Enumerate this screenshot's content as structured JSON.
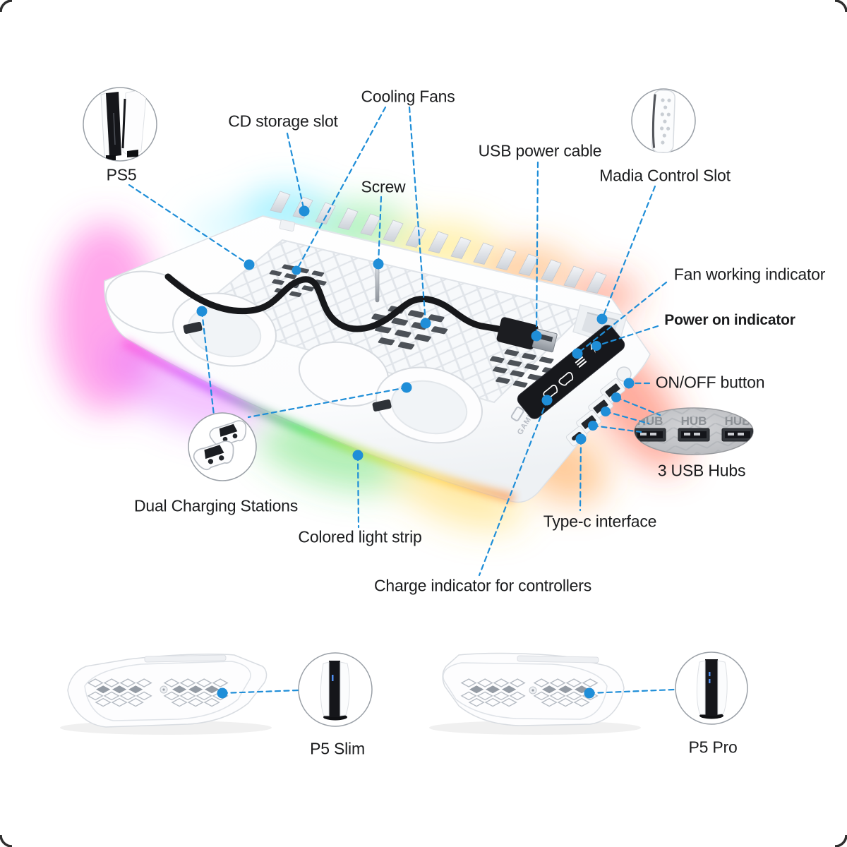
{
  "callouts": {
    "ps5": "PS5",
    "cd_storage": "CD storage slot",
    "cooling_fans": "Cooling Fans",
    "screw": "Screw",
    "usb_power": "USB power cable",
    "media_control": "Madia Control Slot",
    "fan_indicator": "Fan working indicator",
    "power_indicator": "Power on indicator",
    "on_off": "ON/OFF button",
    "usb_hubs": "3 USB Hubs",
    "dual_charging": "Dual Charging Stations",
    "light_strip": "Colored light strip",
    "type_c": "Type-c interface",
    "charge_indicator": "Charge indicator for controllers",
    "p5_slim": "P5 Slim",
    "p5_pro": "P5 Pro"
  },
  "device": {
    "brand_text": "GAMIJA",
    "hub_text": "HUB"
  },
  "colors": {
    "leader_line": "#1f8ed8",
    "marker_dot": "#1f8ed8",
    "label_text": "#1b1c1e",
    "glow_magenta": "#ff4fd8",
    "glow_cyan": "#45e4ff",
    "glow_green": "#4fe06a",
    "glow_yellow": "#ffe14d",
    "glow_orange": "#ff9b3d",
    "glow_red": "#ff5a36"
  }
}
